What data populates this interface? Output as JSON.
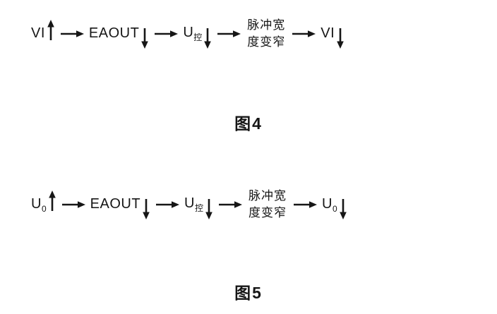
{
  "figure4": {
    "caption": "图4",
    "nodes": {
      "start": {
        "text": "VI",
        "sub": "",
        "arrow": "up"
      },
      "eaout": {
        "text": "EAOUT",
        "sub": "",
        "arrow": "down"
      },
      "ucontrol": {
        "text": "U",
        "sub": "控",
        "arrow": "down"
      },
      "pulse": {
        "line1": "脉冲宽",
        "line2": "度变窄"
      },
      "end": {
        "text": "VI",
        "sub": "",
        "arrow": "down"
      }
    }
  },
  "figure5": {
    "caption": "图5",
    "nodes": {
      "start": {
        "text": "U",
        "sub": "0",
        "arrow": "up"
      },
      "eaout": {
        "text": "EAOUT",
        "sub": "",
        "arrow": "down"
      },
      "ucontrol": {
        "text": "U",
        "sub": "控",
        "arrow": "down"
      },
      "pulse": {
        "line1": "脉冲宽",
        "line2": "度变窄"
      },
      "end": {
        "text": "U",
        "sub": "0",
        "arrow": "down"
      }
    }
  },
  "icons": {
    "up_arrow": "↑",
    "down_arrow": "↓",
    "right_arrow": "→"
  },
  "colors": {
    "ink": "#161616",
    "background": "#ffffff"
  }
}
